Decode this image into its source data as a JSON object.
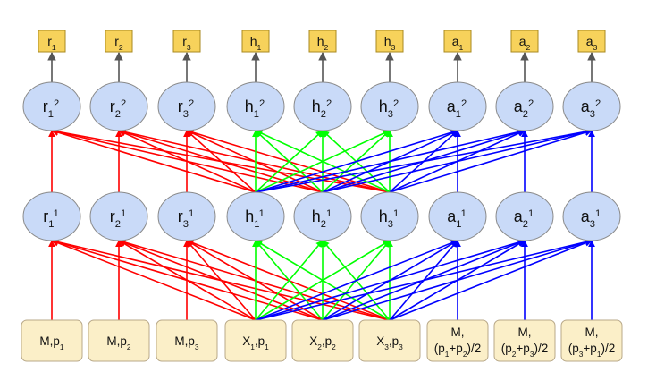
{
  "colors": {
    "output_box_fill": "#f7d25b",
    "output_box_stroke": "#a88a20",
    "node_fill": "#c9daf8",
    "node_stroke": "#8a8a8a",
    "input_box_fill": "#fbefc8",
    "input_box_stroke": "#b8a888",
    "arrow_gray": "#555555",
    "red": "#ff0000",
    "green": "#00ff00",
    "blue": "#0000ff"
  },
  "outputs": [
    {
      "base": "r",
      "sub": "1"
    },
    {
      "base": "r",
      "sub": "2"
    },
    {
      "base": "r",
      "sub": "3"
    },
    {
      "base": "h",
      "sub": "1"
    },
    {
      "base": "h",
      "sub": "2"
    },
    {
      "base": "h",
      "sub": "3"
    },
    {
      "base": "a",
      "sub": "1"
    },
    {
      "base": "a",
      "sub": "2"
    },
    {
      "base": "a",
      "sub": "3"
    }
  ],
  "layer2_nodes": [
    {
      "base": "r",
      "sub": "1",
      "sup": "2"
    },
    {
      "base": "r",
      "sub": "2",
      "sup": "2"
    },
    {
      "base": "r",
      "sub": "3",
      "sup": "2"
    },
    {
      "base": "h",
      "sub": "1",
      "sup": "2"
    },
    {
      "base": "h",
      "sub": "2",
      "sup": "2"
    },
    {
      "base": "h",
      "sub": "3",
      "sup": "2"
    },
    {
      "base": "a",
      "sub": "1",
      "sup": "2"
    },
    {
      "base": "a",
      "sub": "2",
      "sup": "2"
    },
    {
      "base": "a",
      "sub": "3",
      "sup": "2"
    }
  ],
  "layer1_nodes": [
    {
      "base": "r",
      "sub": "1",
      "sup": "1"
    },
    {
      "base": "r",
      "sub": "2",
      "sup": "1"
    },
    {
      "base": "r",
      "sub": "3",
      "sup": "1"
    },
    {
      "base": "h",
      "sub": "1",
      "sup": "1"
    },
    {
      "base": "h",
      "sub": "2",
      "sup": "1"
    },
    {
      "base": "h",
      "sub": "3",
      "sup": "1"
    },
    {
      "base": "a",
      "sub": "1",
      "sup": "1"
    },
    {
      "base": "a",
      "sub": "2",
      "sup": "1"
    },
    {
      "base": "a",
      "sub": "3",
      "sup": "1"
    }
  ],
  "inputs": [
    {
      "lines": [
        [
          [
            "M,p",
            ""
          ],
          [
            "1",
            "sub"
          ]
        ]
      ]
    },
    {
      "lines": [
        [
          [
            "M,p",
            ""
          ],
          [
            "2",
            "sub"
          ]
        ]
      ]
    },
    {
      "lines": [
        [
          [
            "M,p",
            ""
          ],
          [
            "3",
            "sub"
          ]
        ]
      ]
    },
    {
      "lines": [
        [
          [
            "X",
            ""
          ],
          [
            "1",
            "sub"
          ],
          [
            ",p",
            ""
          ],
          [
            "1",
            "sub"
          ]
        ]
      ]
    },
    {
      "lines": [
        [
          [
            "X",
            ""
          ],
          [
            "2",
            "sub"
          ],
          [
            ",p",
            ""
          ],
          [
            "2",
            "sub"
          ]
        ]
      ]
    },
    {
      "lines": [
        [
          [
            "X",
            ""
          ],
          [
            "3",
            "sub"
          ],
          [
            ",p",
            ""
          ],
          [
            "3",
            "sub"
          ]
        ]
      ]
    },
    {
      "lines": [
        [
          [
            "M,",
            ""
          ]
        ],
        [
          [
            "(p",
            ""
          ],
          [
            "1",
            "sub"
          ],
          [
            "+p",
            ""
          ],
          [
            "2",
            "sub"
          ],
          [
            ")/2",
            ""
          ]
        ]
      ]
    },
    {
      "lines": [
        [
          [
            "M,",
            ""
          ]
        ],
        [
          [
            "(p",
            ""
          ],
          [
            "2",
            "sub"
          ],
          [
            "+p",
            ""
          ],
          [
            "3",
            "sub"
          ],
          [
            ")/2",
            ""
          ]
        ]
      ]
    },
    {
      "lines": [
        [
          [
            "M,",
            ""
          ]
        ],
        [
          [
            "(p",
            ""
          ],
          [
            "3",
            "sub"
          ],
          [
            "+p",
            ""
          ],
          [
            "1",
            "sub"
          ],
          [
            ")/2",
            ""
          ]
        ]
      ]
    }
  ],
  "edges_input_to_layer1": [
    {
      "from": 0,
      "to": 0,
      "color": "red"
    },
    {
      "from": 1,
      "to": 1,
      "color": "red"
    },
    {
      "from": 2,
      "to": 2,
      "color": "red"
    },
    {
      "from": 3,
      "to": 0,
      "color": "red"
    },
    {
      "from": 4,
      "to": 0,
      "color": "red"
    },
    {
      "from": 5,
      "to": 0,
      "color": "red"
    },
    {
      "from": 3,
      "to": 1,
      "color": "red"
    },
    {
      "from": 4,
      "to": 1,
      "color": "red"
    },
    {
      "from": 5,
      "to": 1,
      "color": "red"
    },
    {
      "from": 3,
      "to": 2,
      "color": "red"
    },
    {
      "from": 4,
      "to": 2,
      "color": "red"
    },
    {
      "from": 5,
      "to": 2,
      "color": "red"
    },
    {
      "from": 3,
      "to": 3,
      "color": "green"
    },
    {
      "from": 3,
      "to": 4,
      "color": "green"
    },
    {
      "from": 3,
      "to": 5,
      "color": "green"
    },
    {
      "from": 4,
      "to": 3,
      "color": "green"
    },
    {
      "from": 4,
      "to": 4,
      "color": "green"
    },
    {
      "from": 4,
      "to": 5,
      "color": "green"
    },
    {
      "from": 5,
      "to": 3,
      "color": "green"
    },
    {
      "from": 5,
      "to": 4,
      "color": "green"
    },
    {
      "from": 5,
      "to": 5,
      "color": "green"
    },
    {
      "from": 3,
      "to": 6,
      "color": "blue"
    },
    {
      "from": 4,
      "to": 6,
      "color": "blue"
    },
    {
      "from": 5,
      "to": 6,
      "color": "blue"
    },
    {
      "from": 3,
      "to": 7,
      "color": "blue"
    },
    {
      "from": 4,
      "to": 7,
      "color": "blue"
    },
    {
      "from": 5,
      "to": 7,
      "color": "blue"
    },
    {
      "from": 3,
      "to": 8,
      "color": "blue"
    },
    {
      "from": 4,
      "to": 8,
      "color": "blue"
    },
    {
      "from": 5,
      "to": 8,
      "color": "blue"
    },
    {
      "from": 6,
      "to": 6,
      "color": "blue"
    },
    {
      "from": 7,
      "to": 7,
      "color": "blue"
    },
    {
      "from": 8,
      "to": 8,
      "color": "blue"
    }
  ],
  "edges_layer1_to_layer2": [
    {
      "from": 0,
      "to": 0,
      "color": "red"
    },
    {
      "from": 1,
      "to": 1,
      "color": "red"
    },
    {
      "from": 2,
      "to": 2,
      "color": "red"
    },
    {
      "from": 3,
      "to": 0,
      "color": "red"
    },
    {
      "from": 4,
      "to": 0,
      "color": "red"
    },
    {
      "from": 5,
      "to": 0,
      "color": "red"
    },
    {
      "from": 3,
      "to": 1,
      "color": "red"
    },
    {
      "from": 4,
      "to": 1,
      "color": "red"
    },
    {
      "from": 5,
      "to": 1,
      "color": "red"
    },
    {
      "from": 3,
      "to": 2,
      "color": "red"
    },
    {
      "from": 4,
      "to": 2,
      "color": "red"
    },
    {
      "from": 5,
      "to": 2,
      "color": "red"
    },
    {
      "from": 3,
      "to": 3,
      "color": "green"
    },
    {
      "from": 3,
      "to": 4,
      "color": "green"
    },
    {
      "from": 3,
      "to": 5,
      "color": "green"
    },
    {
      "from": 4,
      "to": 3,
      "color": "green"
    },
    {
      "from": 4,
      "to": 4,
      "color": "green"
    },
    {
      "from": 4,
      "to": 5,
      "color": "green"
    },
    {
      "from": 5,
      "to": 3,
      "color": "green"
    },
    {
      "from": 5,
      "to": 4,
      "color": "green"
    },
    {
      "from": 5,
      "to": 5,
      "color": "green"
    },
    {
      "from": 3,
      "to": 6,
      "color": "blue"
    },
    {
      "from": 4,
      "to": 6,
      "color": "blue"
    },
    {
      "from": 5,
      "to": 6,
      "color": "blue"
    },
    {
      "from": 3,
      "to": 7,
      "color": "blue"
    },
    {
      "from": 4,
      "to": 7,
      "color": "blue"
    },
    {
      "from": 5,
      "to": 7,
      "color": "blue"
    },
    {
      "from": 3,
      "to": 8,
      "color": "blue"
    },
    {
      "from": 4,
      "to": 8,
      "color": "blue"
    },
    {
      "from": 5,
      "to": 8,
      "color": "blue"
    },
    {
      "from": 6,
      "to": 6,
      "color": "blue"
    },
    {
      "from": 7,
      "to": 7,
      "color": "blue"
    },
    {
      "from": 8,
      "to": 8,
      "color": "blue"
    }
  ]
}
